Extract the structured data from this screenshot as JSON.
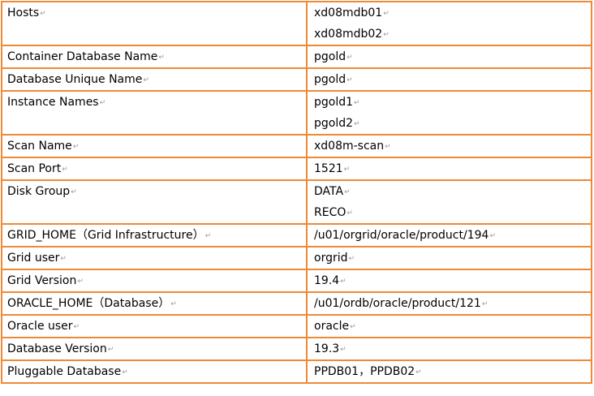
{
  "paragraph_mark": "↵",
  "rows": [
    {
      "key": "Hosts",
      "values": [
        "xd08mdb01",
        "xd08mdb02"
      ]
    },
    {
      "key": "Container Database Name",
      "values": [
        "pgold"
      ]
    },
    {
      "key": "Database Unique Name",
      "values": [
        "pgold"
      ]
    },
    {
      "key": "Instance Names",
      "values": [
        "pgold1",
        "pgold2"
      ]
    },
    {
      "key": "Scan Name",
      "values": [
        "xd08m-scan"
      ]
    },
    {
      "key": "Scan Port",
      "values": [
        "1521"
      ]
    },
    {
      "key": "Disk Group",
      "values": [
        "DATA",
        "RECO"
      ]
    },
    {
      "key": "GRID_HOME（Grid Infrastructure）",
      "values": [
        "/u01/orgrid/oracle/product/194"
      ]
    },
    {
      "key": "Grid user",
      "values": [
        "orgrid"
      ]
    },
    {
      "key": "Grid Version",
      "values": [
        "19.4"
      ]
    },
    {
      "key": "ORACLE_HOME（Database）",
      "values": [
        "/u01/ordb/oracle/product/121"
      ]
    },
    {
      "key": "Oracle user",
      "values": [
        "oracle"
      ]
    },
    {
      "key": "Database Version",
      "values": [
        "19.3"
      ]
    },
    {
      "key": "Pluggable Database",
      "values": [
        "PPDB01，PPDB02"
      ]
    }
  ]
}
